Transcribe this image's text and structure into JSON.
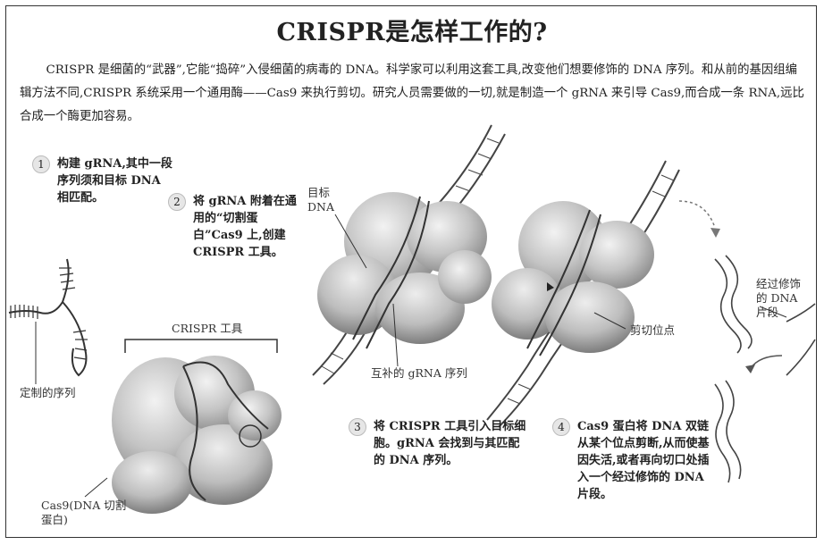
{
  "title": "CRISPR是怎样工作的?",
  "intro": "CRISPR 是细菌的“武器”,它能“捣碎”入侵细菌的病毒的 DNA。科学家可以利用这套工具,改变他们想要修饰的 DNA 序列。和从前的基因组编辑方法不同,CRISPR 系统采用一个通用酶——Cas9 来执行剪切。研究人员需要做的一切,就是制造一个 gRNA 来引导 Cas9,而合成一条 RNA,远比合成一个酶更加容易。",
  "steps": [
    {
      "num": "1",
      "text": "构建 gRNA,其中一段序列须和目标 DNA 相匹配。"
    },
    {
      "num": "2",
      "text": "将 gRNA 附着在通用的“切割蛋白”Cas9 上,创建 CRISPR 工具。"
    },
    {
      "num": "3",
      "text": "将 CRISPR 工具引入目标细胞。gRNA 会找到与其匹配的 DNA 序列。"
    },
    {
      "num": "4",
      "text": "Cas9 蛋白将 DNA 双链从某个位点剪断,从而使基因失活,或者再向切口处插入一个经过修饰的 DNA 片段。"
    }
  ],
  "labels": {
    "custom_sequence": "定制的序列",
    "crispr_tool": "CRISPR 工具",
    "cas9": "Cas9(DNA 切割蛋白)",
    "target_dna": "目标 DNA",
    "complementary": "互补的 gRNA 序列",
    "cut_site": "剪切位点",
    "modified_dna": "经过修饰的 DNA 片段"
  }
}
